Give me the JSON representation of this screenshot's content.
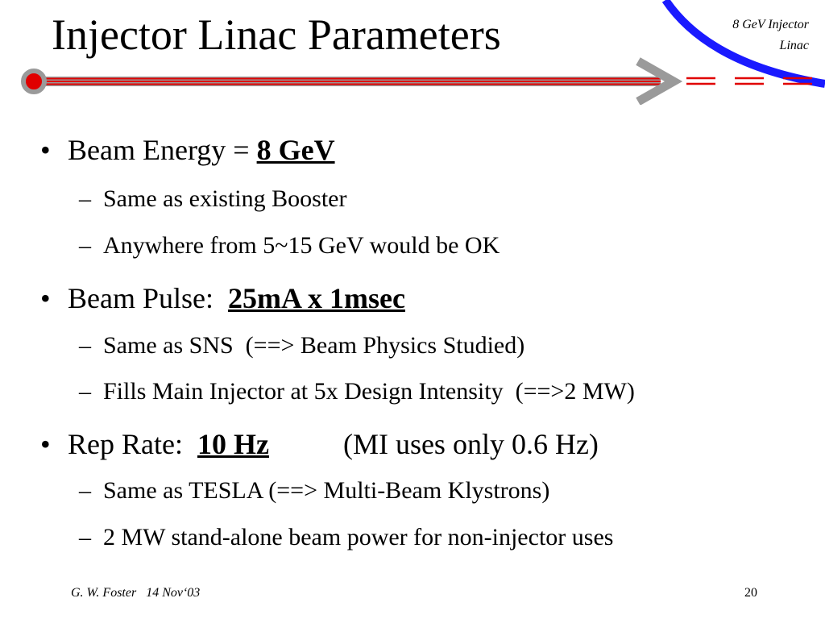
{
  "slide": {
    "title": "Injector Linac Parameters",
    "corner_label": [
      "8 GeV Injector",
      "Linac"
    ],
    "footer": {
      "author": "G. W. Foster   14 Nov‘03",
      "page": "20"
    },
    "colors": {
      "rail_red": "#e00000",
      "accent_blue": "#1a1aff",
      "gray": "#9a9a9a"
    }
  },
  "bullets": [
    {
      "label": "Beam Energy = ",
      "emph": "8 GeV",
      "extra": "",
      "sub": [
        "Same as existing Booster",
        "Anywhere from 5~15 GeV would be OK"
      ]
    },
    {
      "label": "Beam Pulse:  ",
      "emph": "25mA x 1msec",
      "extra": "",
      "sub": [
        "Same as SNS  (==> Beam Physics Studied)",
        "Fills Main Injector at 5x Design Intensity  (==>2 MW)"
      ]
    },
    {
      "label": "Rep Rate:  ",
      "emph": "10 Hz",
      "extra": "(MI uses only 0.6 Hz)",
      "sub": [
        "Same as TESLA (==> Multi-Beam Klystrons)",
        "2 MW stand-alone beam power for non-injector uses"
      ]
    }
  ]
}
